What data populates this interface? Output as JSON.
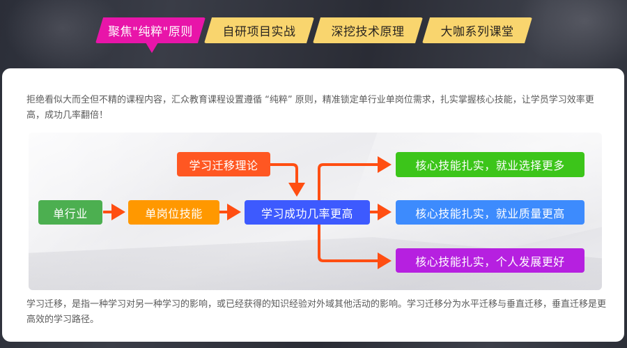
{
  "tabs": [
    {
      "label": "聚焦\"纯粹\"原则",
      "active": true,
      "color": "#e815a9"
    },
    {
      "label": "自研项目实战",
      "active": false,
      "color": "#f9d56e"
    },
    {
      "label": "深挖技术原理",
      "active": false,
      "color": "#f9d56e"
    },
    {
      "label": "大咖系列课堂",
      "active": false,
      "color": "#f9d56e"
    }
  ],
  "intro_text": "拒绝看似大而全但不精的课程内容，汇众教育课程设置遵循 “纯粹” 原则，精准锁定单行业单岗位需求，扎实掌握核心技能，让学员学习效率更高，成功几率翻倍！",
  "diagram": {
    "nodes": {
      "single_industry": {
        "label": "单行业",
        "color": "#4caf50"
      },
      "single_post_skill": {
        "label": "单岗位技能",
        "color": "#ff9800"
      },
      "transfer_theory": {
        "label": "学习迁移理论",
        "color": "#ff5722"
      },
      "success_rate": {
        "label": "学习成功几率更高",
        "color": "#3d5afe"
      },
      "outcome_choice": {
        "label": "核心技能扎实，就业选择更多",
        "color": "#3cc51a"
      },
      "outcome_quality": {
        "label": "核心技能扎实，就业质量更高",
        "color": "#3d8bfd"
      },
      "outcome_personal": {
        "label": "核心技能扎实，个人发展更好",
        "color": "#b620e0"
      }
    },
    "arrow_color": "#ff4e12"
  },
  "footer_text": "学习迁移，是指一种学习对另一种学习的影响，或已经获得的知识经验对外域其他活动的影响。学习迁移分为水平迁移与垂直迁移，垂直迁移是更高效的学习路径。"
}
